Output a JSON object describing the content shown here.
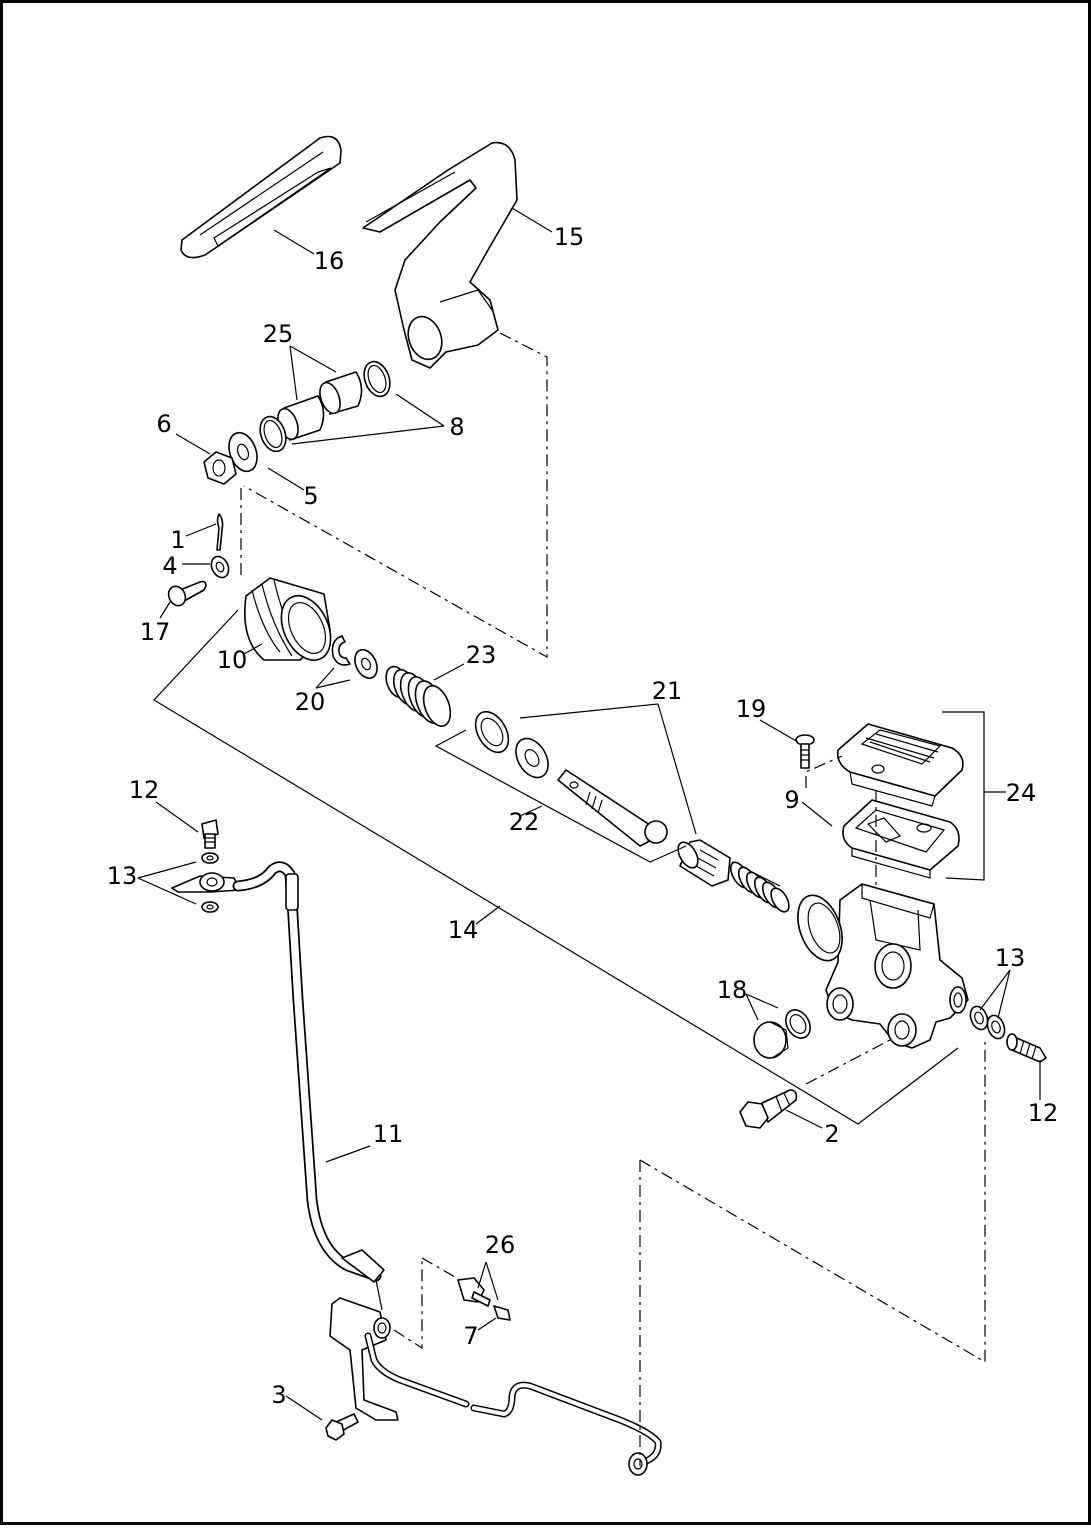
{
  "diagram": {
    "callouts": [
      "1",
      "2",
      "3",
      "4",
      "5",
      "6",
      "7",
      "8",
      "9",
      "10",
      "11",
      "12",
      "12",
      "13",
      "13",
      "14",
      "15",
      "16",
      "17",
      "18",
      "19",
      "20",
      "21",
      "22",
      "23",
      "24",
      "25",
      "26"
    ]
  }
}
